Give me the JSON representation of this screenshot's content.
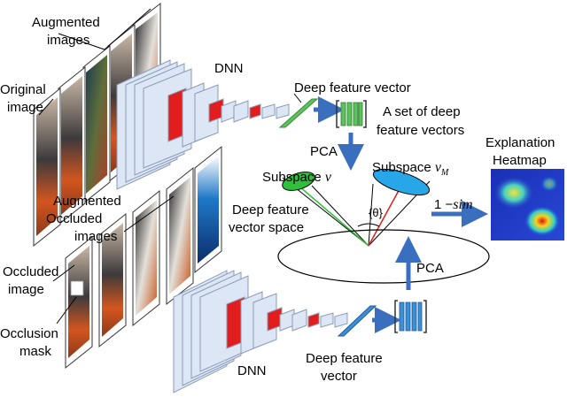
{
  "labels": {
    "augmented_images_1": "Augmented",
    "augmented_images_2": "images",
    "original_image_1": "Original",
    "original_image_2": "image",
    "dnn_top": "DNN",
    "deep_feature_vector_top": "Deep feature vector",
    "set_of_vectors_1": "A set of deep",
    "set_of_vectors_2": "feature vectors",
    "pca_top": "PCA",
    "subspace_v": "Subspace",
    "subspace_v_symbol": "v",
    "subspace_vm": "Subspace",
    "subspace_vm_symbol": "v",
    "subspace_vm_sub": "M",
    "theta": "{θ}",
    "similarity": "1 −",
    "similarity_sim": "sim",
    "explanation_1": "Explanation",
    "explanation_2": "Heatmap",
    "space_1": "Deep feature",
    "space_2": "vector space",
    "augmented_occluded_1": "Augmented",
    "augmented_occluded_2": "Occluded",
    "augmented_occluded_3": "images",
    "occluded_image_1": "Occluded",
    "occluded_image_2": "image",
    "occlusion_mask_1": "Occlusion",
    "occlusion_mask_2": "mask",
    "pca_bottom": "PCA",
    "dnn_bottom": "DNN",
    "deep_feature_vector_bottom_1": "Deep feature",
    "deep_feature_vector_bottom_2": "vector"
  },
  "colors": {
    "arrow": "#3a6fc0",
    "layer_fill": "#dce6f4",
    "layer_stroke": "#8a9bb8",
    "conv_red": "#e11d1d",
    "vector_green": "#5cc35c",
    "vector_blue": "#3a8fd6",
    "subspace_green": "#2fbf3a",
    "subspace_blue": "#28a7e8"
  }
}
